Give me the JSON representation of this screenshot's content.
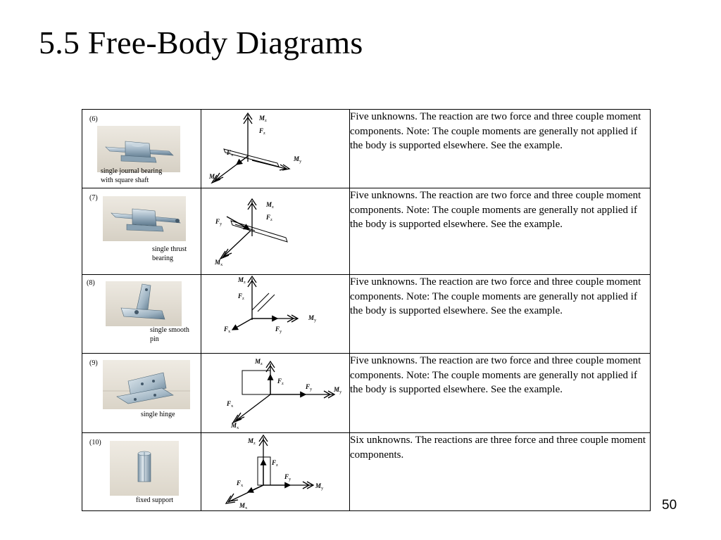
{
  "title": "5.5 Free-Body Diagrams",
  "page_number": "50",
  "rows": [
    {
      "num": "(6)",
      "caption_line1": "single journal bearing",
      "caption_line2": "with square shaft",
      "description": "Five unknowns. The reaction are two force and three couple moment components. Note: The couple moments are generally not applied if the body is supported elsewhere. See the example.",
      "labels": {
        "mz": "M",
        "mz_sub": "z",
        "fz": "F",
        "fz_sub": "z",
        "fx": "F",
        "fx_sub": "x",
        "my": "M",
        "my_sub": "y",
        "mx": "M",
        "mx_sub": "x"
      }
    },
    {
      "num": "(7)",
      "caption_line1": "single thrust",
      "caption_line2": "bearing",
      "description": "Five unknowns. The reaction are two force and three couple moment components. Note: The couple moments are generally not applied if the body is supported elsewhere. See the example.",
      "labels": {
        "mz": "M",
        "mz_sub": "z",
        "fz": "F",
        "fz_sub": "z",
        "fy": "F",
        "fy_sub": "y",
        "mx": "M",
        "mx_sub": "x"
      }
    },
    {
      "num": "(8)",
      "caption_line1": "single smooth",
      "caption_line2": "pin",
      "description": "Five unknowns. The reaction are two force and three couple moment components. Note: The couple moments are generally not applied if the body is supported elsewhere. See the example.",
      "labels": {
        "mz": "M",
        "mz_sub": "z",
        "fz": "F",
        "fz_sub": "z",
        "my": "M",
        "my_sub": "y",
        "fx": "F",
        "fx_sub": "x",
        "fy": "F",
        "fy_sub": "y"
      }
    },
    {
      "num": "(9)",
      "caption_line1": "single hinge",
      "caption_line2": "",
      "description": "Five unknowns. The reaction are two force and three couple moment components. Note: The couple moments are generally not applied if the body is supported elsewhere. See the example.",
      "labels": {
        "mz": "M",
        "mz_sub": "z",
        "fz": "F",
        "fz_sub": "z",
        "fy": "F",
        "fy_sub": "y",
        "my": "M",
        "my_sub": "y",
        "fx": "F",
        "fx_sub": "x",
        "mx": "M",
        "mx_sub": "x"
      }
    },
    {
      "num": "(10)",
      "caption_line1": "fixed support",
      "caption_line2": "",
      "description": "Six unknowns. The reactions are three force and three couple moment components.",
      "labels": {
        "mz": "M",
        "mz_sub": "z",
        "fz": "F",
        "fz_sub": "z",
        "fy": "F",
        "fy_sub": "y",
        "my": "M",
        "my_sub": "y",
        "fx": "F",
        "fx_sub": "x",
        "mx": "M",
        "mx_sub": "x"
      }
    }
  ]
}
